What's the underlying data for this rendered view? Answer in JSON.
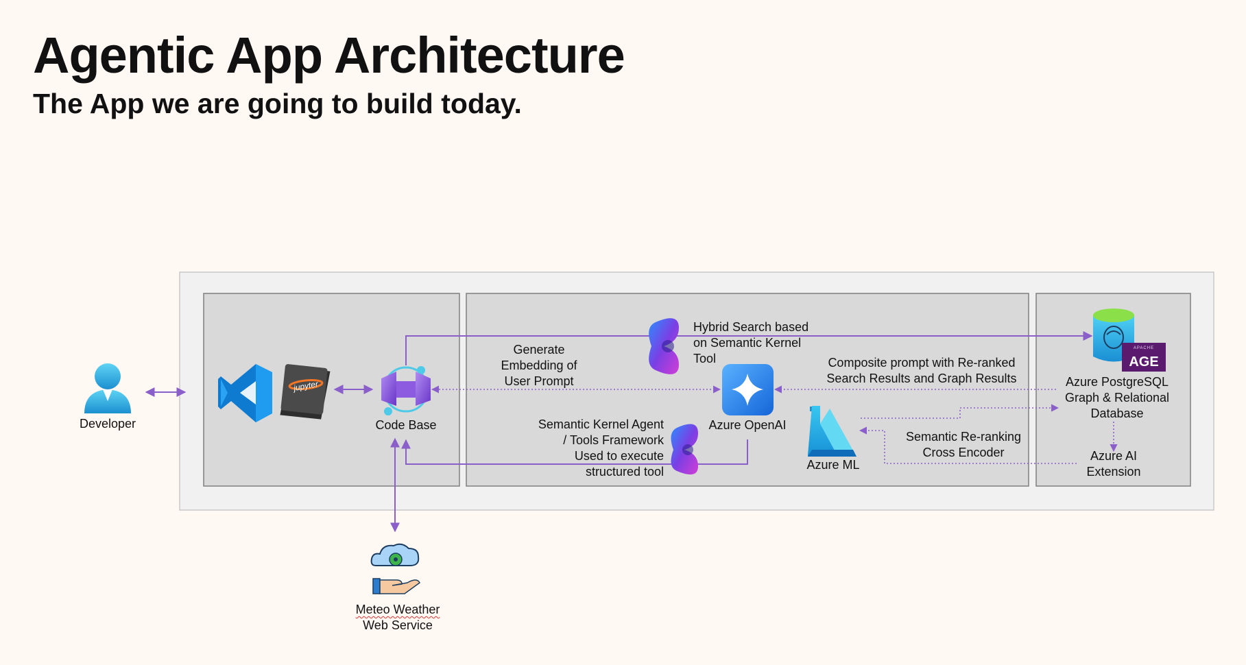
{
  "header": {
    "title": "Agentic App Architecture",
    "subtitle": "The App we are going to build today."
  },
  "colors": {
    "background": "#FFF8F3",
    "outer_panel": "#F1F1F1",
    "inner_panel": "#D9D9D9",
    "arrow": "#8A5FC9"
  },
  "nodes": {
    "developer": {
      "label": "Developer",
      "icon": "person-icon"
    },
    "vscode": {
      "icon": "vscode-icon"
    },
    "jupyter": {
      "icon": "jupyter-notebook-icon",
      "logo_text": "jupyter"
    },
    "code_base": {
      "label": "Code Base",
      "icon": "code-base-icon"
    },
    "azure_openai": {
      "label": "Azure OpenAI",
      "icon": "azure-openai-icon"
    },
    "azure_ml": {
      "label": "Azure ML",
      "icon": "azure-ml-icon"
    },
    "postgres": {
      "label_lines": [
        "Azure PostgreSQL",
        "Graph & Relational",
        "Database"
      ],
      "icon": "postgresql-database-icon",
      "age_logo": "AGE",
      "age_small": "APACHE"
    },
    "ai_extension": {
      "label_lines": [
        "Azure AI",
        "Extension"
      ]
    },
    "meteo": {
      "label_lines": [
        "Meteo Weather",
        "Web Service"
      ],
      "icon": "weather-service-icon"
    },
    "sk_icon_top": {
      "icon": "semantic-kernel-icon"
    },
    "sk_icon_bottom": {
      "icon": "semantic-kernel-icon"
    }
  },
  "edge_labels": {
    "hybrid_search": [
      "Hybrid Search based",
      "on Semantic Kernel",
      "Tool"
    ],
    "embedding": [
      "Generate",
      "Embedding of",
      "User Prompt"
    ],
    "composite": [
      "Composite prompt with Re-ranked",
      "Search Results and Graph Results"
    ],
    "sk_agent": [
      "Semantic Kernel Agent",
      "/ Tools Framework",
      "Used to execute",
      "structured tool"
    ],
    "reranking": [
      "Semantic Re-ranking",
      "Cross Encoder"
    ]
  }
}
